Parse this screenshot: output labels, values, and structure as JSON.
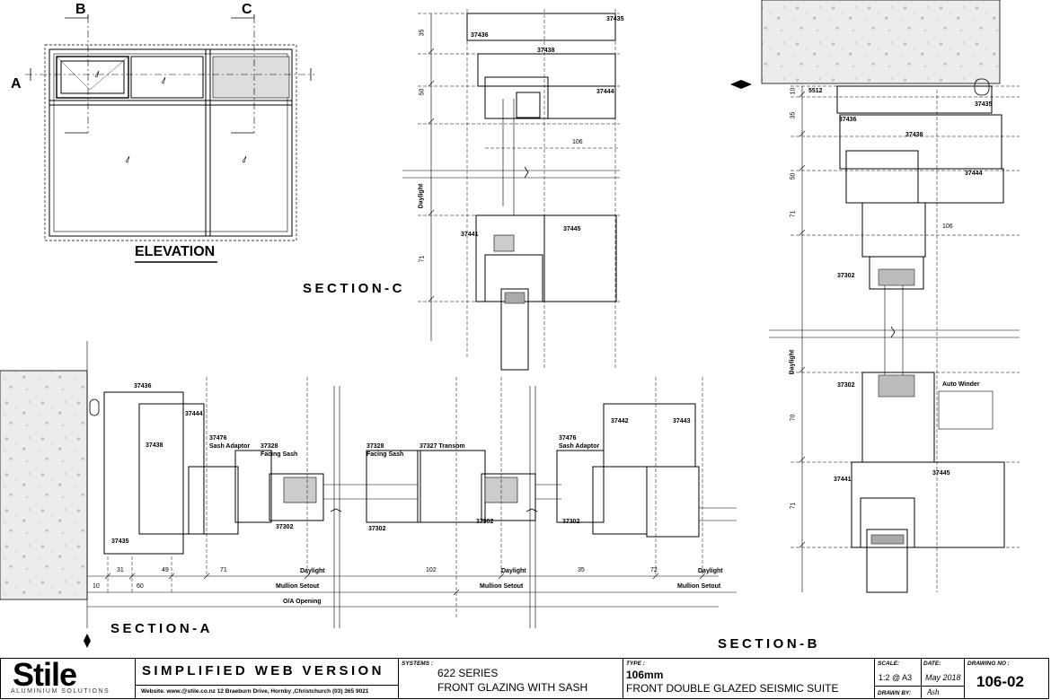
{
  "elevation": {
    "title": "ELEVATION",
    "markers": {
      "a": "A",
      "b": "B",
      "c": "C"
    }
  },
  "sections": {
    "a": "SECTION-A",
    "b": "SECTION-B",
    "c": "SECTION-C"
  },
  "section_c": {
    "parts": [
      "37435",
      "37436",
      "37438",
      "37444",
      "37441",
      "37445"
    ],
    "dims": {
      "d35": "35",
      "d50": "50",
      "d106": "106",
      "d71": "71",
      "daylight": "Daylight"
    }
  },
  "section_b": {
    "parts": [
      "5512",
      "37435",
      "37436",
      "37438",
      "37444",
      "37302",
      "37302",
      "37441",
      "37445"
    ],
    "dims": {
      "d10": "10",
      "d35": "35",
      "d50": "50",
      "d71a": "71",
      "d106": "106",
      "d70": "70",
      "d71b": "71",
      "daylight": "Daylight"
    },
    "auto_winder": "Auto Winder"
  },
  "section_a": {
    "labels": {
      "p37436": "37436",
      "p37444": "37444",
      "p37438": "37438",
      "p37435": "37435",
      "p37476a": "37476",
      "sash_adaptor_a": "Sash Adaptor",
      "p37328a": "37328",
      "facing_sash_a": "Facing Sash",
      "p37328b": "37328",
      "facing_sash_b": "Facing Sash",
      "p37327": "37327 Transom",
      "p37476b": "37476",
      "sash_adaptor_b": "Sash Adaptor",
      "p37442": "37442",
      "p37443": "37443",
      "p37302a": "37302",
      "p37302b": "37302",
      "p37302c": "37302",
      "p37302d": "37302"
    },
    "dims": {
      "d10": "10",
      "d31": "31",
      "d49": "49",
      "d60": "60",
      "d71": "71",
      "d102": "102",
      "d35": "35",
      "d72": "72",
      "daylight1": "Daylight",
      "daylight2": "Daylight",
      "daylight3": "Daylight",
      "mullion1": "Mullion Setout",
      "mullion2": "Mullion Setout",
      "mullion3": "Mullion Setout",
      "oa": "O/A Opening"
    }
  },
  "title_block": {
    "logo": "Stile",
    "logo_sub": "ALUMINIUM SOLUTIONS",
    "version": "SIMPLIFIED WEB VERSION",
    "contact": "Website. www.@stile.co.nz  12 Braeburn Drive, Hornby ,Christchurch (03) 365 9021",
    "systems_label": "SYSTEMS :",
    "systems_line1": "622 SERIES",
    "systems_line2": "FRONT GLAZING  WITH SASH",
    "type_label": "TYPE :",
    "type_line1": "106mm",
    "type_line2": "FRONT DOUBLE GLAZED SEISMIC SUITE",
    "scale_label": "SCALE:",
    "scale_value": "1:2 @ A3",
    "date_label": "DATE:",
    "date_value": "May 2018",
    "drawn_label": "DRAWN BY:",
    "drawn_value": "Ash",
    "drawing_no_label": "DRAWING NO :",
    "drawing_no_value": "106-02"
  }
}
